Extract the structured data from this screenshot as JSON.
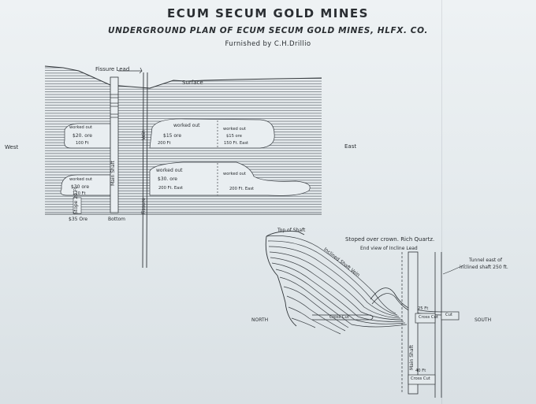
{
  "title": "ECUM SECUM GOLD MINES",
  "subtitle": "UNDERGROUND PLAN OF ECUM SECUM GOLD MINES, HLFX. CO.",
  "credit": "Furnished by C.H.Drillio",
  "plan": {
    "fissure_lead": "Fissure Lead",
    "surface": "Surface",
    "west": "West",
    "east": "East",
    "main_shaft": "Main Shaft",
    "fissure_vertical": "Fissure",
    "vein": "Vein",
    "bottom": "Bottom",
    "ore_35": "$35 Ore",
    "small_box": "Stope 20 Ft",
    "stopes": {
      "upper_left": {
        "line1": "worked out",
        "line2": "$20. ore",
        "line3": "100 Ft"
      },
      "upper_center": {
        "line1": "worked out",
        "line2": "$15 ore",
        "line3": "200 Ft"
      },
      "upper_right": {
        "line1": "worked out",
        "line2": "$15 ore",
        "line3": "150 Ft. East"
      },
      "lower_left": {
        "line1": "worked out",
        "line2": "$30 ore",
        "line3": "120 Ft"
      },
      "lower_center": {
        "line1": "worked out",
        "line2": "$30. ore",
        "line3": "200 Ft. East"
      },
      "lower_right": {
        "line1": "worked out",
        "line2": "200 Ft. East"
      }
    }
  },
  "section": {
    "top_of_shaft": "Top of Shaft",
    "stoped_over": "Stoped over crown. Rich Quartz.",
    "end_view": "End view of Incline Lead",
    "tunnel_east": "Tunnel east of",
    "inclined_shaft": "inclined shaft 250 ft.",
    "inclined_label": "Inclined Shaft Vein",
    "north": "NORTH",
    "south": "SOUTH",
    "cross_cut_left": "Cross Cut",
    "cross_cut_right": "Cross Cut",
    "cut": "Cut",
    "main_shaft": "Main Shaft",
    "cross_cut_bottom": "Cross Cut",
    "depth_1": "25 Ft",
    "depth_2": "40 Ft"
  }
}
